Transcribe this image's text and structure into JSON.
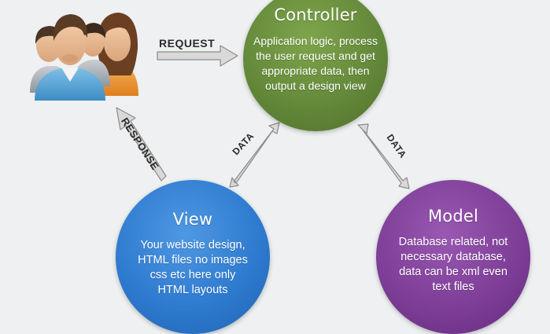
{
  "controller": {
    "title": "Controller",
    "description": "Application logic, process\nthe user request and get\nappropriate data, then\noutput a design view",
    "color": "#64893a"
  },
  "view": {
    "title": "View",
    "description": "Your website design,\nHTML files no images\ncss etc here only\nHTML layouts",
    "color": "#2f7bd0"
  },
  "model": {
    "title": "Model",
    "description": "Database related, not\nnecessary database,\ndata can be xml even\ntext files",
    "color": "#7e3f98"
  },
  "connectors": {
    "request": "REQUEST",
    "response": "RESPONSE",
    "data_left": "DATA",
    "data_right": "DATA"
  },
  "users_icon": "user-group-icon"
}
